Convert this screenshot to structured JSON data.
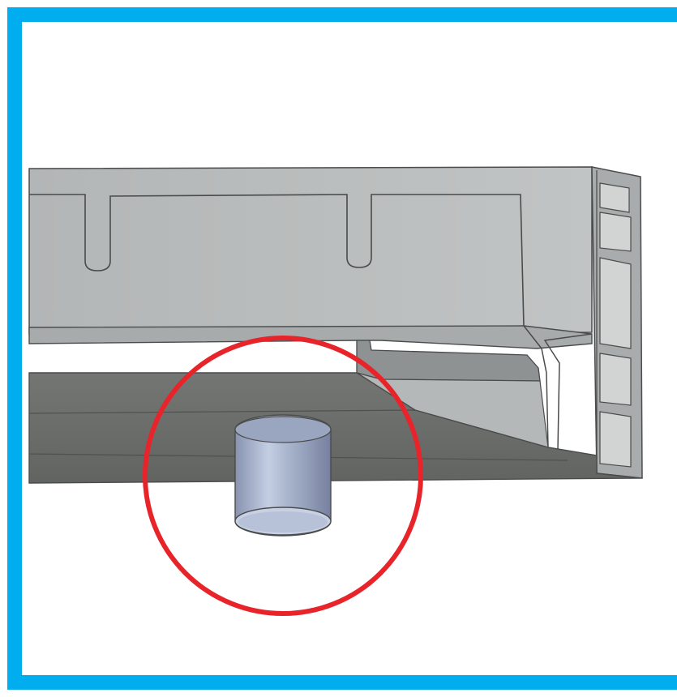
{
  "frame": {
    "border_color": "#00aeef",
    "background_color": "#ffffff"
  },
  "illustration": {
    "subject": "cad-profile-cross-section",
    "colors": {
      "profile_face": "#b9bcbc",
      "profile_top": "#c7caca",
      "profile_shadow": "#6e706e",
      "profile_dark": "#5f615f",
      "profile_outline": "#4a4c4c",
      "inner_ledge": "#8f9292",
      "cylinder_light": "#c3cde2",
      "cylinder_mid": "#9aa6c2",
      "cylinder_dark": "#7c88a6",
      "highlight_circle": "#e8242b"
    }
  },
  "callout": {
    "shape": "circle",
    "target": "cylinder-foot"
  }
}
